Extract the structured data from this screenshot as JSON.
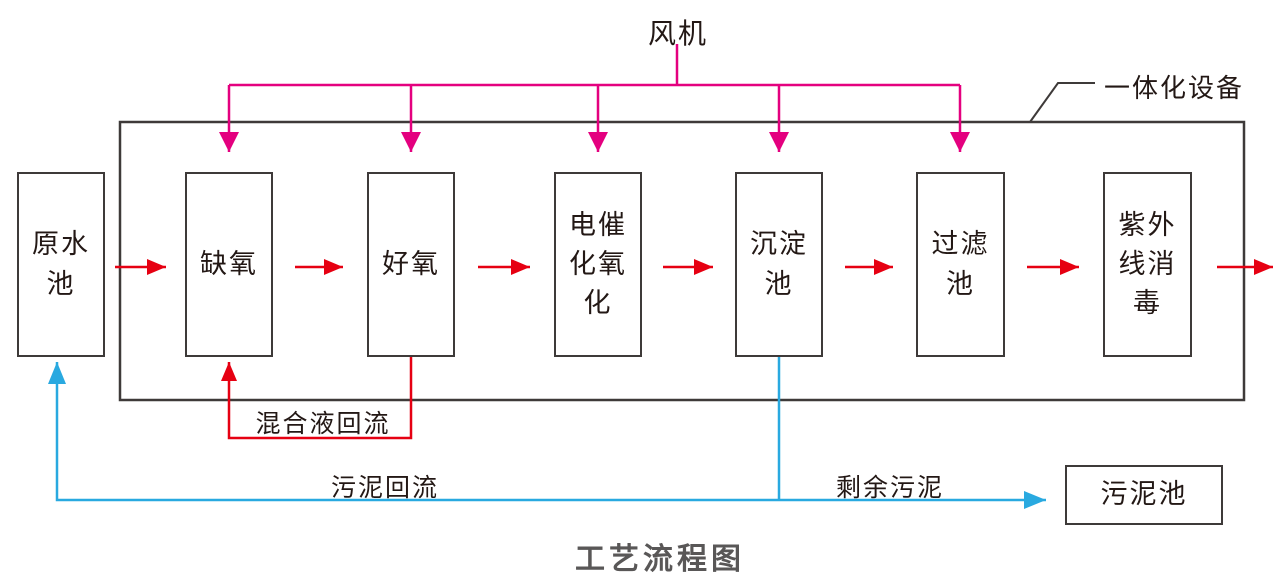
{
  "diagram": {
    "title": "工艺流程图",
    "fan_label": "风机",
    "integrated_equipment_label": "一体化设备",
    "boxes": [
      {
        "id": "raw-water-pool",
        "label": "原水池"
      },
      {
        "id": "anoxic",
        "label": "缺氧"
      },
      {
        "id": "aerobic",
        "label": "好氧"
      },
      {
        "id": "electrocatalytic-oxidation",
        "label": "电催化氧化"
      },
      {
        "id": "sedimentation-pool",
        "label": "沉淀池"
      },
      {
        "id": "filter-pool",
        "label": "过滤池"
      },
      {
        "id": "uv-disinfection",
        "label": "紫外线消毒"
      },
      {
        "id": "sludge-pool",
        "label": "污泥池"
      }
    ],
    "flow_labels": {
      "mixed_liquid_reflux": "混合液回流",
      "sludge_reflux": "污泥回流",
      "excess_sludge": "剩余污泥"
    },
    "colors": {
      "blower_line": "#e4007f",
      "flow_line": "#e60012",
      "sludge_line": "#29a9e0",
      "outline": "#3e3a39",
      "text": "#231815",
      "title": "#595757"
    }
  }
}
